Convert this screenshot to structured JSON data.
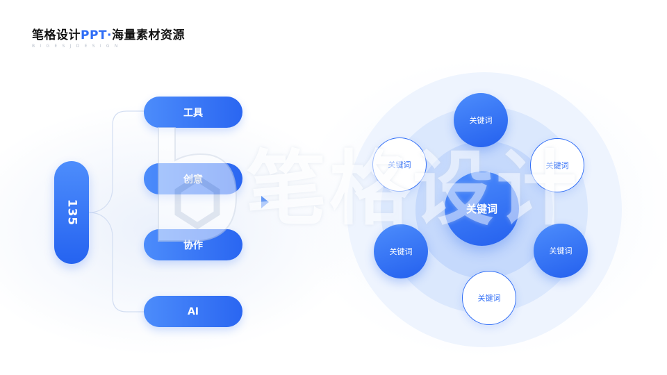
{
  "header": {
    "title_main": "笔格设计",
    "title_accent": "PPT·",
    "title_rest": "海量素材资源",
    "subtitle": "BIGESJDESIGN"
  },
  "root": {
    "label": "135"
  },
  "branches": [
    {
      "label": "工具"
    },
    {
      "label": "创意"
    },
    {
      "label": "协作"
    },
    {
      "label": "AI"
    }
  ],
  "center": {
    "label": "关键词"
  },
  "nodes": [
    {
      "label": "关键词",
      "style": "solid"
    },
    {
      "label": "关键词",
      "style": "outline"
    },
    {
      "label": "关键词",
      "style": "solid"
    },
    {
      "label": "关键词",
      "style": "outline"
    },
    {
      "label": "关键词",
      "style": "solid"
    },
    {
      "label": "关键词",
      "style": "outline"
    }
  ],
  "watermark": {
    "text": "笔格设计"
  },
  "colors": {
    "accent": "#2f6df6",
    "accent_light": "#4d8dfc",
    "ring_light": "#eef4fe"
  }
}
